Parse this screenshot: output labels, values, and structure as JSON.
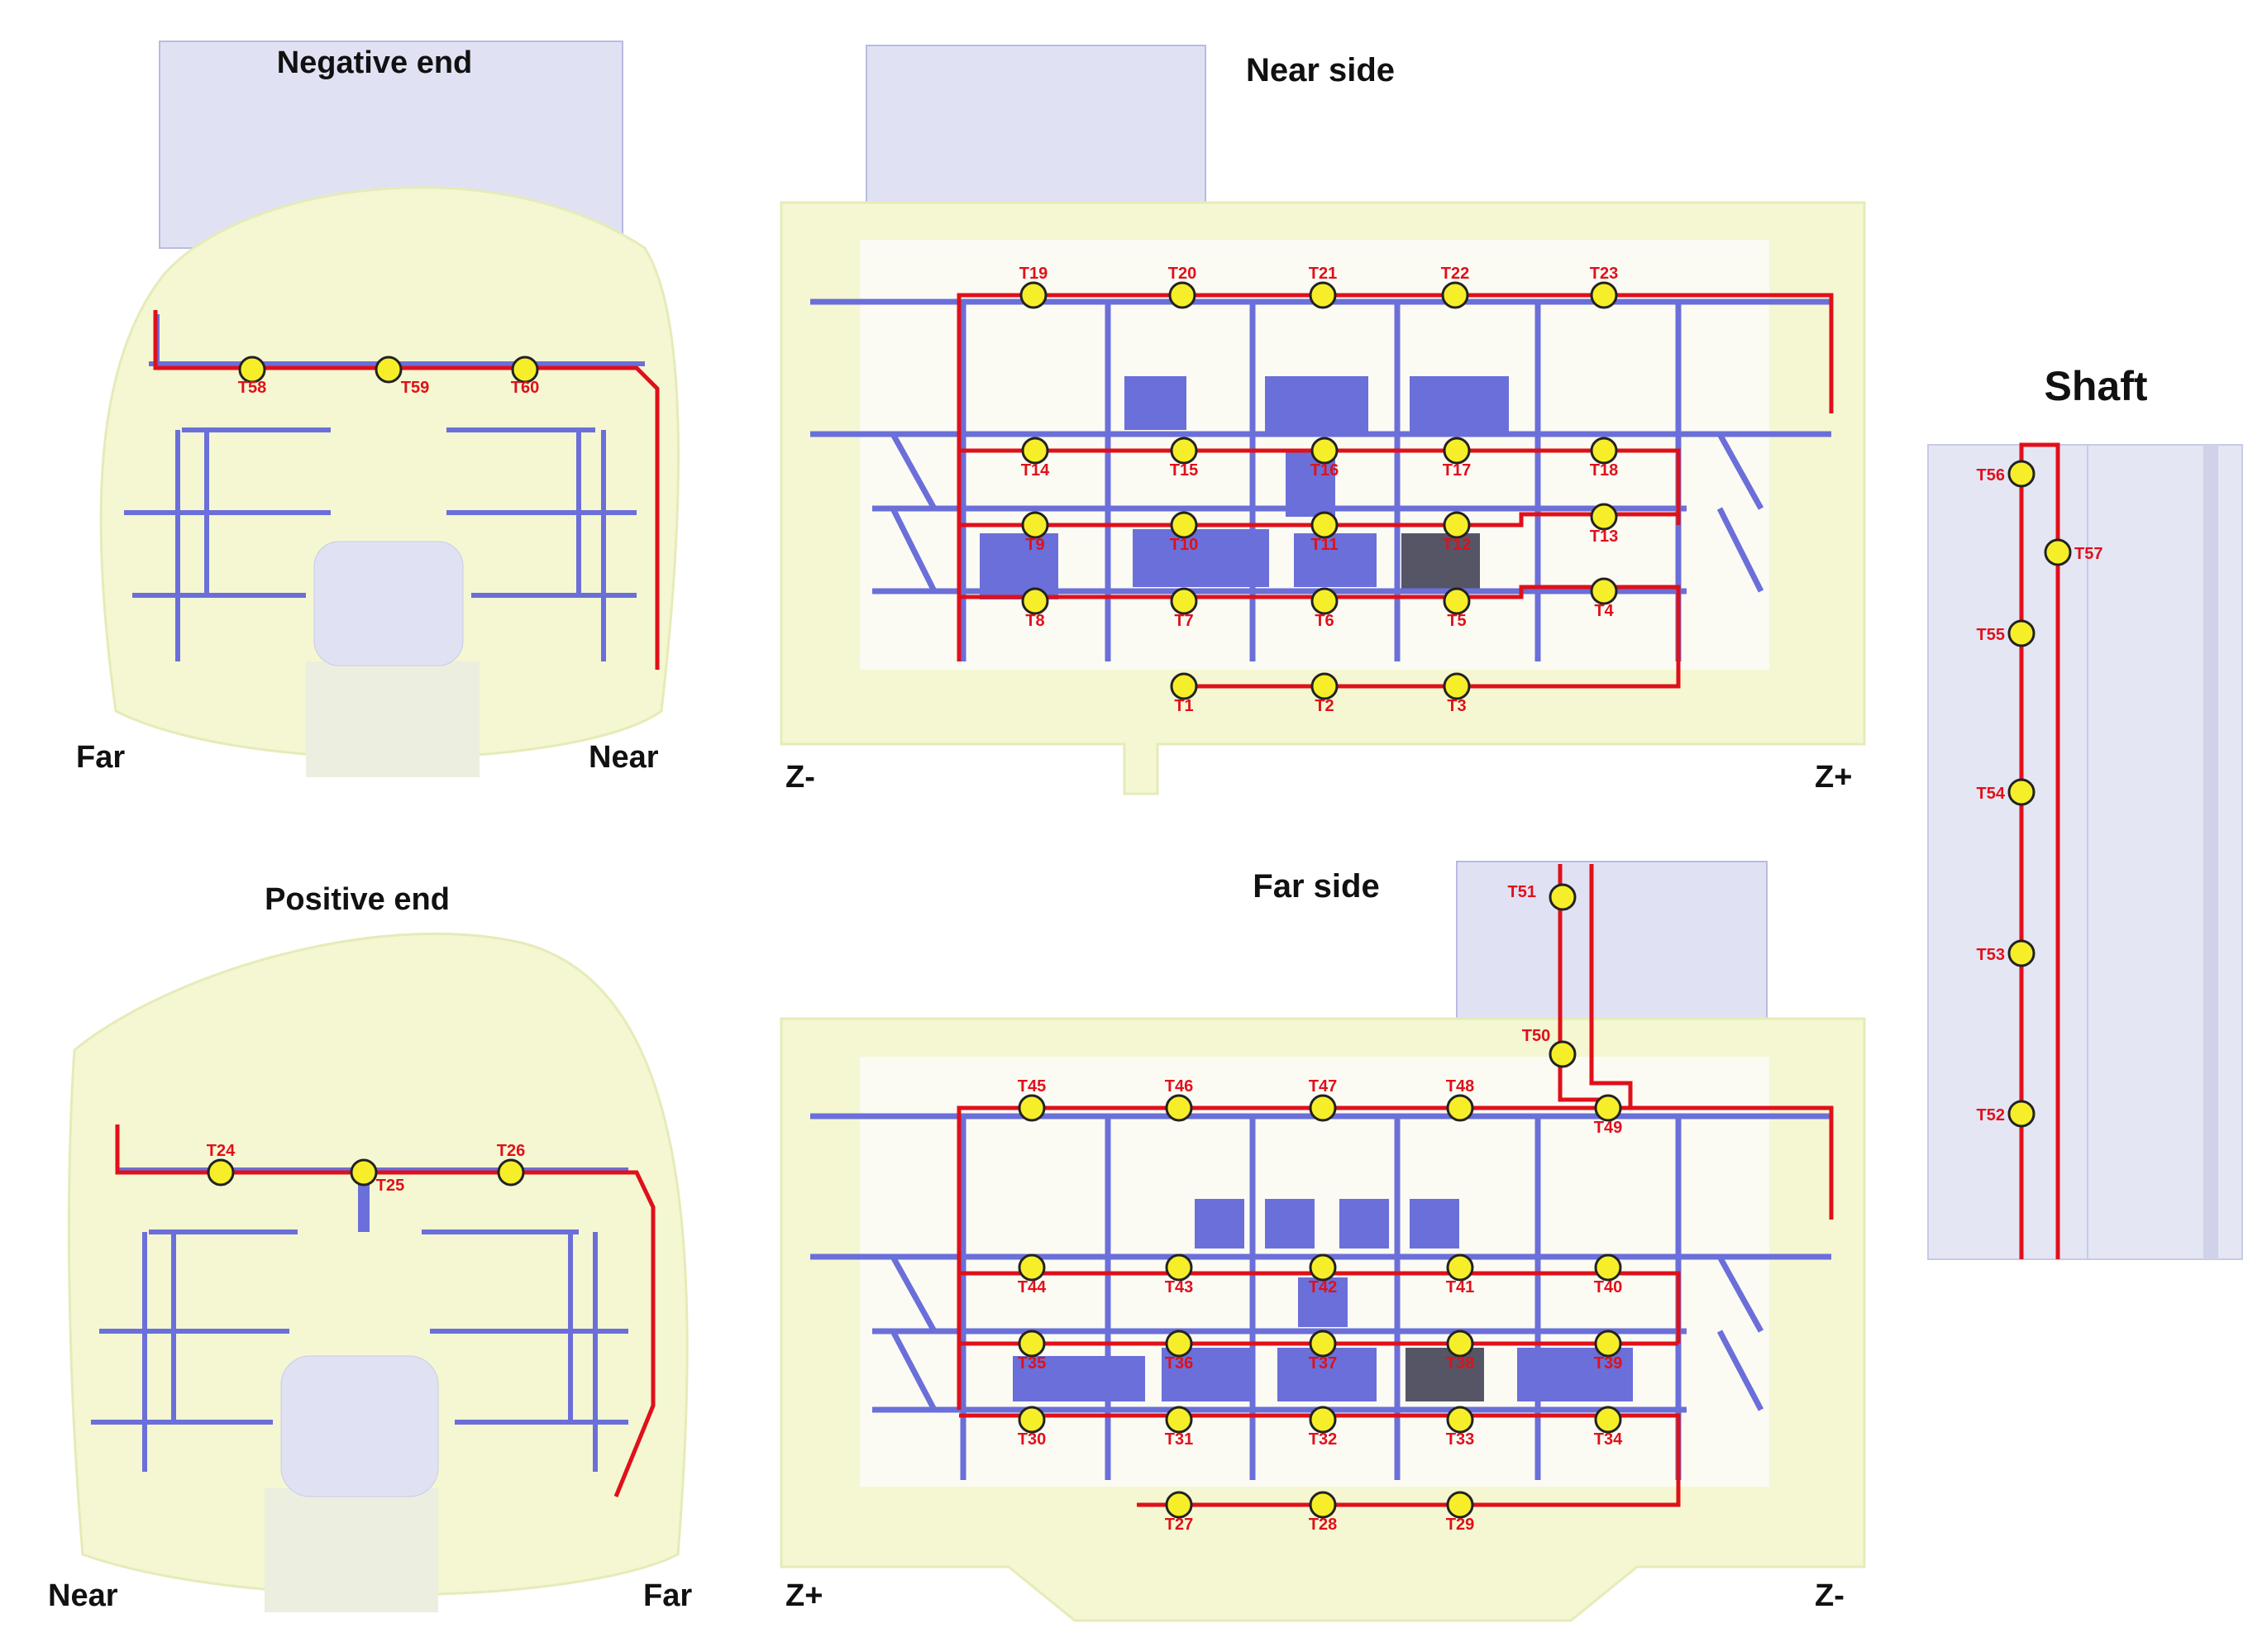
{
  "titles": {
    "negative_end": "Negative end",
    "near_side": "Near side",
    "shaft": "Shaft",
    "positive_end": "Positive end",
    "far_side": "Far side"
  },
  "corner_labels": {
    "neg_left": "Far",
    "neg_right": "Near",
    "near_left": "Z-",
    "near_right": "Z+",
    "pos_left": "Near",
    "pos_right": "Far",
    "far_left": "Z+",
    "far_right": "Z-"
  },
  "sensors": {
    "T1": "T1",
    "T2": "T2",
    "T3": "T3",
    "T4": "T4",
    "T5": "T5",
    "T6": "T6",
    "T7": "T7",
    "T8": "T8",
    "T9": "T9",
    "T10": "T10",
    "T11": "T11",
    "T12": "T12",
    "T13": "T13",
    "T14": "T14",
    "T15": "T15",
    "T16": "T16",
    "T17": "T17",
    "T18": "T18",
    "T19": "T19",
    "T20": "T20",
    "T21": "T21",
    "T22": "T22",
    "T23": "T23",
    "T24": "T24",
    "T25": "T25",
    "T26": "T26",
    "T27": "T27",
    "T28": "T28",
    "T29": "T29",
    "T30": "T30",
    "T31": "T31",
    "T32": "T32",
    "T33": "T33",
    "T34": "T34",
    "T35": "T35",
    "T36": "T36",
    "T37": "T37",
    "T38": "T38",
    "T39": "T39",
    "T40": "T40",
    "T41": "T41",
    "T42": "T42",
    "T43": "T43",
    "T44": "T44",
    "T45": "T45",
    "T46": "T46",
    "T47": "T47",
    "T48": "T48",
    "T49": "T49",
    "T50": "T50",
    "T51": "T51",
    "T52": "T52",
    "T53": "T53",
    "T54": "T54",
    "T55": "T55",
    "T56": "T56",
    "T57": "T57",
    "T58": "T58",
    "T59": "T59",
    "T60": "T60"
  },
  "colors": {
    "cavern": "#f4f7d2",
    "cavern_edge": "#e6ebb8",
    "structure": "#6b6fd9",
    "cable": "#e0101a",
    "sensor_fill": "#f7ee2a",
    "sensor_stroke": "#222222",
    "shaft_fill": "#e4e6f4"
  }
}
